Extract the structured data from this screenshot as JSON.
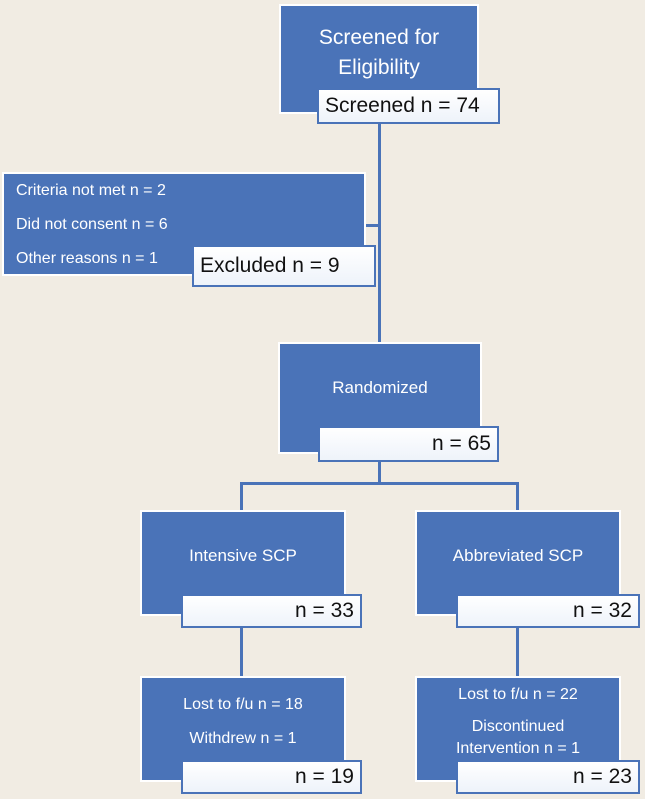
{
  "screened": {
    "title_line1": "Screened for",
    "title_line2": "Eligibility",
    "count": "Screened n = 74"
  },
  "excluded": {
    "reasons": [
      "Criteria not met n = 2",
      "Did not consent n = 6",
      "Other reasons n = 1"
    ],
    "count": "Excluded n = 9"
  },
  "randomized": {
    "title": "Randomized",
    "count": "n = 65"
  },
  "intensive": {
    "title": "Intensive SCP",
    "count": "n = 33"
  },
  "abbreviated": {
    "title": "Abbreviated SCP",
    "count": "n = 32"
  },
  "intensive_followup": {
    "lines": [
      "Lost to f/u n = 18",
      "Withdrew n = 1"
    ],
    "count": "n = 19"
  },
  "abbreviated_followup": {
    "lines": [
      "Lost to f/u n = 22",
      "Discontinued",
      "Intervention n = 1"
    ],
    "count": "n = 23"
  },
  "colors": {
    "box": "#4a73b8",
    "background": "#f1ece3",
    "text_light": "#ffffff"
  }
}
